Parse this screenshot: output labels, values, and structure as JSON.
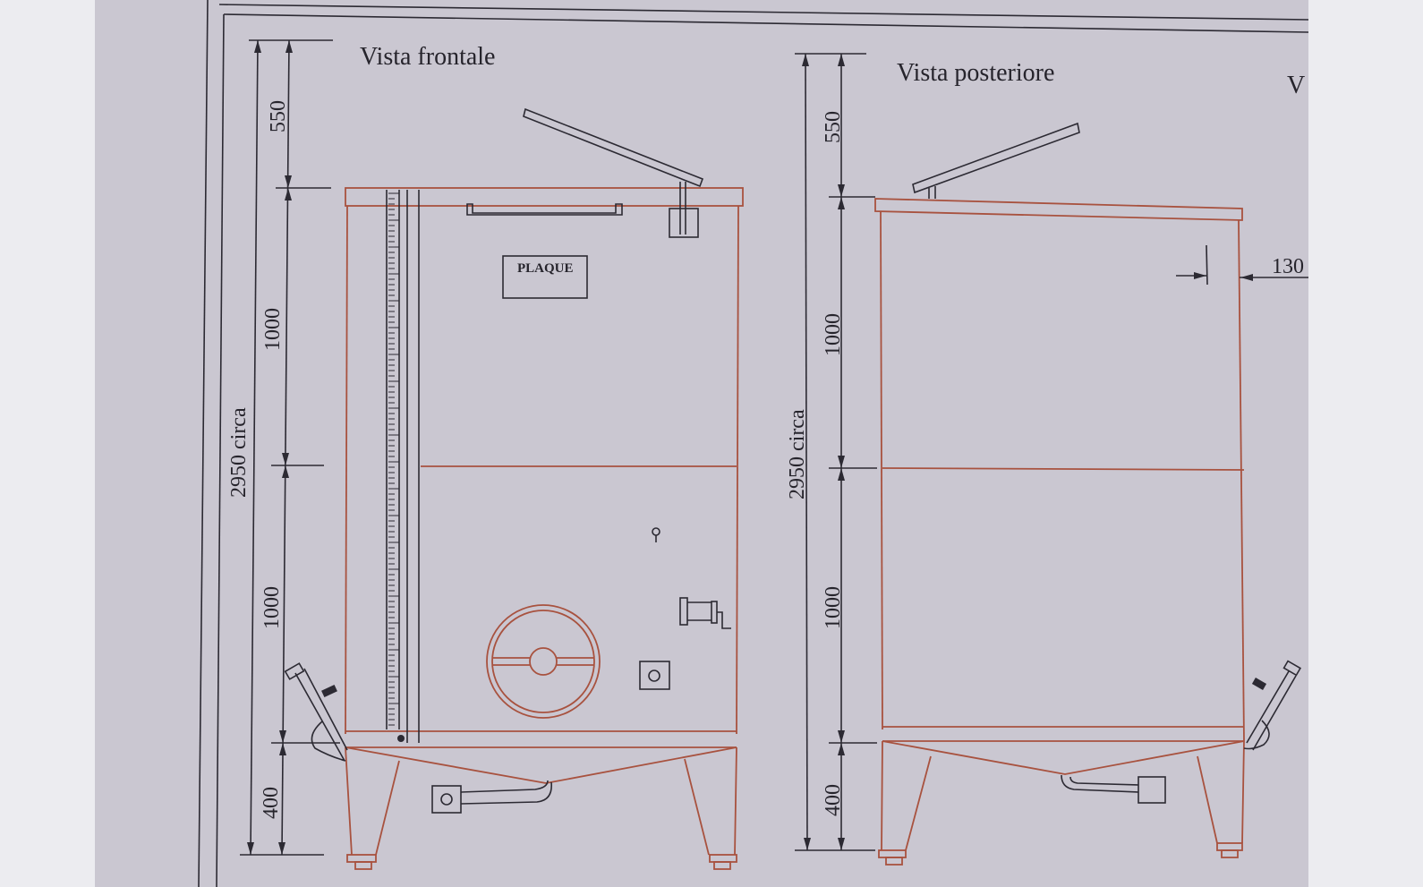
{
  "front_view": {
    "title": "Vista frontale",
    "plate_label": "PLAQUE",
    "dimensions": {
      "top": "550",
      "upper": "1000",
      "lower": "1000",
      "bottom": "400",
      "total": "2950 circa"
    }
  },
  "rear_view": {
    "title": "Vista posteriore",
    "offset_dimension": "130",
    "dimensions": {
      "top": "550",
      "upper": "1000",
      "lower": "1000",
      "bottom": "400",
      "total": "2950 circa"
    }
  },
  "third_view": {
    "title_fragment": "V"
  },
  "colors": {
    "paper": "#cac7d1",
    "ink": "#2c2a33",
    "tank_outline": "#a8523f"
  }
}
